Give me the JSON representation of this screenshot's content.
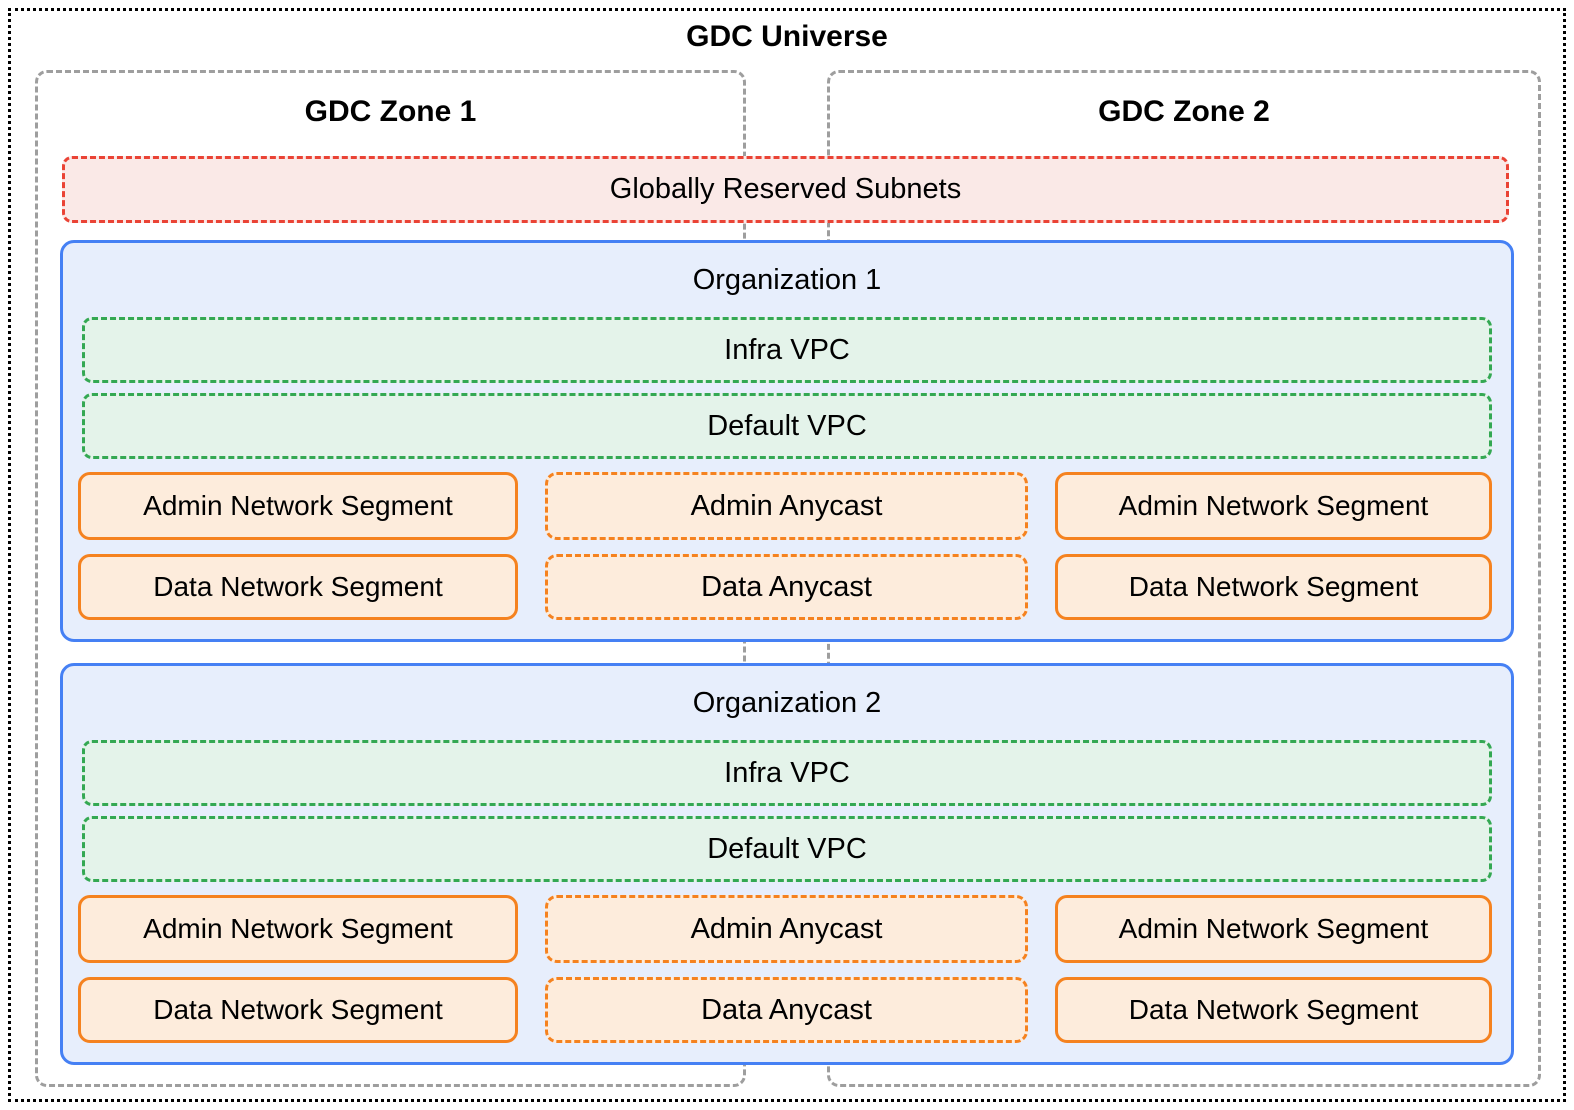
{
  "diagram": {
    "title": "GDC Universe",
    "zones": [
      {
        "label": "GDC Zone 1"
      },
      {
        "label": "GDC Zone 2"
      }
    ],
    "global_subnets": {
      "label": "Globally Reserved Subnets"
    },
    "organizations": [
      {
        "title": "Organization 1",
        "vpcs": [
          {
            "label": "Infra VPC"
          },
          {
            "label": "Default VPC"
          }
        ],
        "rows": [
          {
            "left": "Admin Network Segment",
            "center": "Admin Anycast",
            "right": "Admin Network Segment"
          },
          {
            "left": "Data Network Segment",
            "center": "Data Anycast",
            "right": "Data Network Segment"
          }
        ]
      },
      {
        "title": "Organization 2",
        "vpcs": [
          {
            "label": "Infra VPC"
          },
          {
            "label": "Default VPC"
          }
        ],
        "rows": [
          {
            "left": "Admin Network Segment",
            "center": "Admin Anycast",
            "right": "Admin Network Segment"
          },
          {
            "left": "Data Network Segment",
            "center": "Data Anycast",
            "right": "Data Network Segment"
          }
        ]
      }
    ],
    "colors": {
      "universe_border": "#000000",
      "zone_border": "#9e9e9e",
      "reserved_border": "#ea4335",
      "reserved_fill": "#fae9e7",
      "org_border": "#4580f4",
      "org_fill": "#e7eefc",
      "vpc_border": "#34a853",
      "vpc_fill": "#e4f3ea",
      "segment_border": "#f5821f",
      "segment_fill": "#fdecdc",
      "text": "#000000"
    }
  }
}
